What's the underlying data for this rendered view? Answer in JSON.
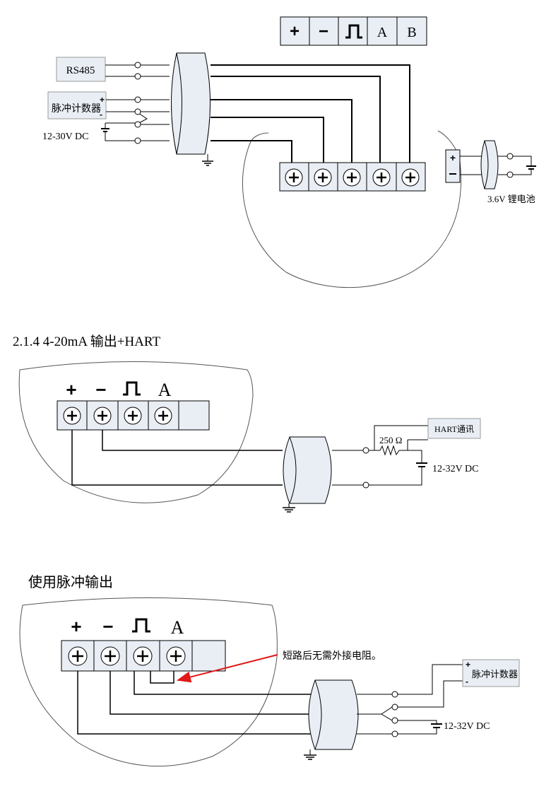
{
  "diagram1": {
    "terminal_header": [
      "+",
      "−",
      "⎍",
      "A",
      "B"
    ],
    "rs485_label": "RS485",
    "pulse_counter_label": "脉冲计数器",
    "supply_label": "12-30V DC",
    "battery_label": "3.6V 锂电池"
  },
  "diagram2": {
    "section_title": "2.1.4  4-20mA 输出+HART",
    "terminal_header": [
      "+",
      "−",
      "⎍",
      "A"
    ],
    "hart_label": "HART通讯",
    "resistor_label": "250 Ω",
    "supply_label": "12-32V DC"
  },
  "diagram3": {
    "section_title": "使用脉冲输出",
    "terminal_header": [
      "+",
      "−",
      "⎍",
      "A"
    ],
    "annotation": "短路后无需外接电阻。",
    "pulse_counter_label": "脉冲计数器",
    "supply_label": "12-32V DC"
  },
  "colors": {
    "line": "#000000",
    "terminal_fill": "#e9eef5",
    "arrow": "#e01818"
  }
}
